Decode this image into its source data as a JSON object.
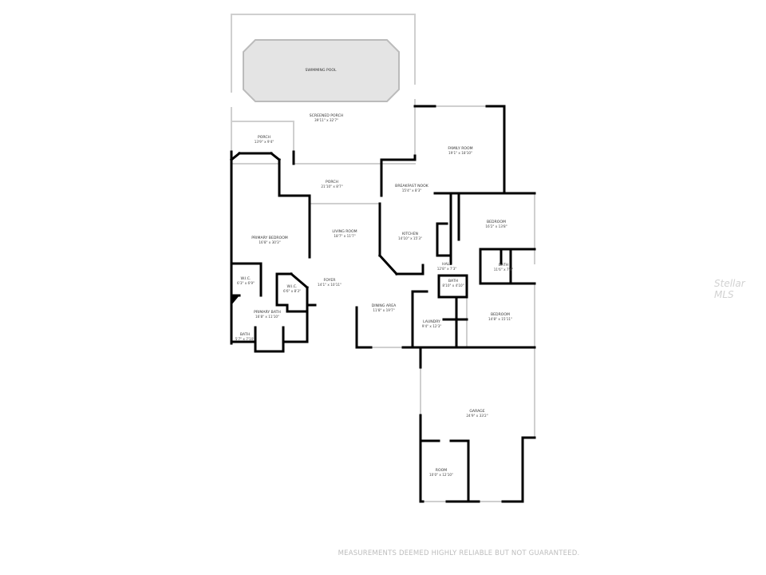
{
  "rooms": [
    {
      "name": "SWIMMING POOL",
      "dims": ""
    },
    {
      "name": "SCREENED PORCH",
      "dims": "39'11\" x 32'7\""
    },
    {
      "name": "PORCH",
      "dims": "13'9\" x 9'4\""
    },
    {
      "name": "PORCH",
      "dims": "21'10\" x 8'7\""
    },
    {
      "name": "FAMILY ROOM",
      "dims": "19'1\" x 18'10\""
    },
    {
      "name": "BREAKFAST NOOK",
      "dims": "15'4\" x 8'3\""
    },
    {
      "name": "BEDROOM",
      "dims": "16'2\" x 13'8\""
    },
    {
      "name": "PRIMARY BEDROOM",
      "dims": "16'8\" x 30'3\""
    },
    {
      "name": "LIVING ROOM",
      "dims": "18'7\" x 11'7\""
    },
    {
      "name": "KITCHEN",
      "dims": "14'10\" x 15'3\""
    },
    {
      "name": "HALL",
      "dims": "12'8\" x 7'3\""
    },
    {
      "name": "BATH",
      "dims": "11'6\" x 7'6\""
    },
    {
      "name": "W.I.C.",
      "dims": "6'3\" x 6'9\""
    },
    {
      "name": "W.I.C.",
      "dims": "6'6\" x 8'3\""
    },
    {
      "name": "FOYER",
      "dims": "14'1\" x 10'11\""
    },
    {
      "name": "BATH",
      "dims": "8'10\" x 4'10\""
    },
    {
      "name": "PRIMARY BATH",
      "dims": "16'8\" x 11'10\""
    },
    {
      "name": "DINING AREA",
      "dims": "11'8\" x 19'7\""
    },
    {
      "name": "BEDROOM",
      "dims": "14'8\" x 15'11\""
    },
    {
      "name": "LAUNDRY",
      "dims": "9'4\" x 12'3\""
    },
    {
      "name": "BATH",
      "dims": "5'7\" x 7'10\""
    },
    {
      "name": "GARAGE",
      "dims": "24'9\" x 33'2\""
    },
    {
      "name": "ROOM",
      "dims": "10'0\" x 12'10\""
    }
  ],
  "footer": "MEASUREMENTS DEEMED HIGHLY RELIABLE BUT NOT GUARANTEED.",
  "watermark": "Stellar MLS",
  "colors": {
    "wall": "#000000",
    "screen": "#cfcfcf",
    "pool_fill": "#e4e4e4",
    "footer_text": "#bdbdbd"
  }
}
